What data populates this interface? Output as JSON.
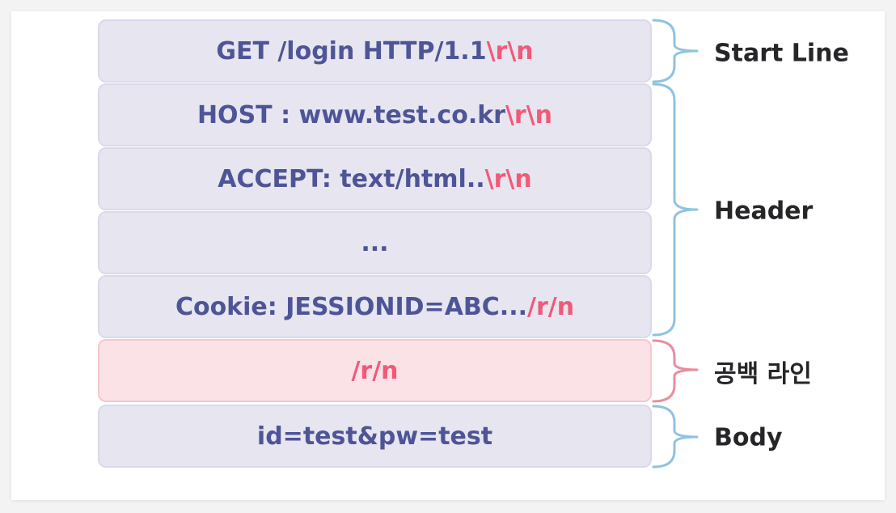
{
  "rows": [
    {
      "text": "GET /login HTTP/1.1",
      "suffix": "\\r\\n"
    },
    {
      "text": "HOST : www.test.co.kr",
      "suffix": "\\r\\n"
    },
    {
      "text": "ACCEPT: text/html..",
      "suffix": "\\r\\n"
    },
    {
      "text": "...",
      "suffix": ""
    },
    {
      "text": "Cookie: JESSIONID=ABC...",
      "suffix": "/r/n"
    },
    {
      "text": "",
      "suffix": "/r/n"
    },
    {
      "text": "id=test&pw=test",
      "suffix": ""
    }
  ],
  "sections": {
    "start_line": "Start Line",
    "header": "Header",
    "blank_line": "공백 라인",
    "body": "Body"
  },
  "colors": {
    "row_text": "#4e5596",
    "line_terminator": "#f05a78",
    "row_fill": "#e6e5f0",
    "blank_row_fill": "#fbe2e7",
    "brace_blue": "#8ec4df",
    "brace_red": "#e88d9e"
  }
}
